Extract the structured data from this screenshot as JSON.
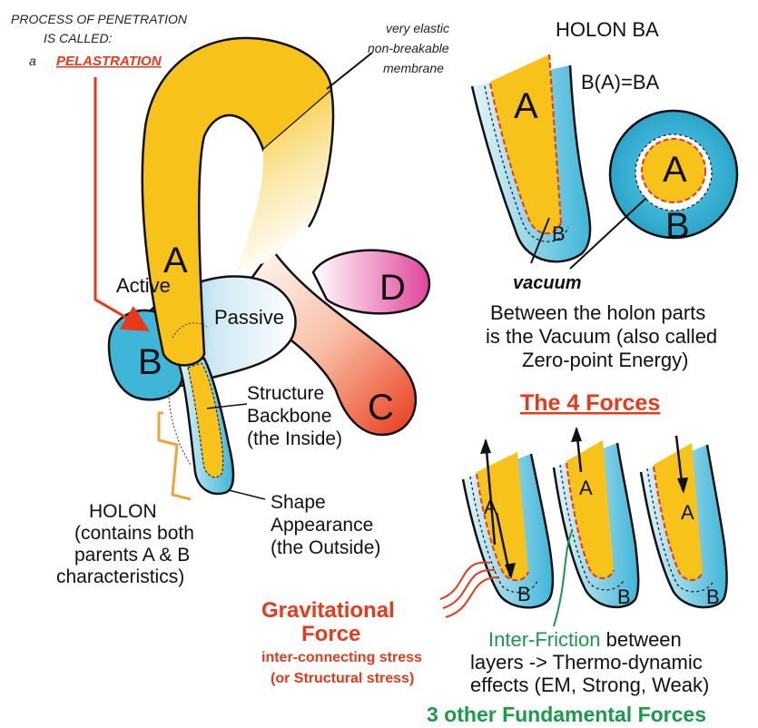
{
  "colors": {
    "yellow": "#f7c21a",
    "blue": "#3fb6d8",
    "light_blue": "#cfe9f4",
    "red": "#e8391a",
    "magenta": "#e0449a",
    "green": "#1a9a4a"
  },
  "process": {
    "line1": "PROCESS OF PENETRATION",
    "line2": "IS CALLED:",
    "prefix": "a",
    "term": "PELASTRATION"
  },
  "membrane": {
    "line1": "very elastic",
    "line2": "non-breakable",
    "line3": "membrane"
  },
  "main": {
    "label_a": "A",
    "label_b": "B",
    "label_c": "C",
    "label_d": "D",
    "active": "Active",
    "passive": "Passive",
    "structure": [
      "Structure",
      "Backbone",
      "(the Inside)"
    ],
    "shape": [
      "Shape",
      "Appearance",
      "(the Outside)"
    ],
    "holon": [
      "HOLON",
      "(contains both",
      "parents A & B",
      "characteristics)"
    ]
  },
  "holon_ba": {
    "title": "HOLON BA",
    "formula": "B(A)=BA",
    "label_a": "A",
    "label_b": "B",
    "circle_a": "A",
    "circle_b": "B",
    "vacuum": "vacuum",
    "description": [
      "Between the  holon parts",
      "is the Vacuum (also called",
      "Zero-point Energy)"
    ]
  },
  "forces": {
    "title": "The 4 Forces",
    "labels_a": [
      "A",
      "A",
      "A"
    ],
    "labels_b": [
      "B",
      "B",
      "B"
    ],
    "gravitational": [
      "Gravitational",
      "Force"
    ],
    "stress": [
      "inter-connecting stress",
      "(or Structural stress)"
    ],
    "friction_term": "Inter-Friction",
    "friction_rest": " between",
    "friction_lines": [
      "layers -> Thermo-dynamic",
      "effects (EM, Strong, Weak)"
    ],
    "other": "3 other Fundamental Forces"
  }
}
